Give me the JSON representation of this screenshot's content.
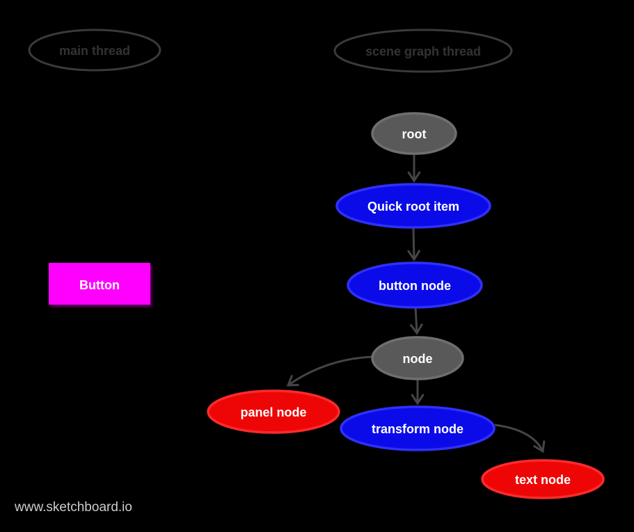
{
  "canvas": {
    "background": "#000000",
    "watermark": "www.sketchboard.io"
  },
  "colors": {
    "outline_stroke": "#3a3a3a",
    "outline_text": "#333333",
    "edge": "#454545",
    "gray_fill": "#595959",
    "gray_stroke": "#6f6f6f",
    "blue_fill": "#0b0bea",
    "blue_stroke": "#3030f8",
    "red_fill": "#ee0606",
    "red_stroke": "#fb2b2b",
    "magenta_fill": "#ff00ff",
    "magenta_shadow": "#cc00cc",
    "node_text": "#ffffff",
    "watermark_text": "#cccccc"
  },
  "lanes": [
    {
      "label": "main thread"
    },
    {
      "label": "scene graph thread"
    }
  ],
  "main_thread": {
    "button_label": "Button"
  },
  "scene_graph": {
    "nodes": [
      {
        "id": "root",
        "label": "root",
        "kind": "gray"
      },
      {
        "id": "quick-root-item",
        "label": "Quick root item",
        "kind": "blue"
      },
      {
        "id": "button-node",
        "label": "button node",
        "kind": "blue"
      },
      {
        "id": "node",
        "label": "node",
        "kind": "gray"
      },
      {
        "id": "panel-node",
        "label": "panel node",
        "kind": "red"
      },
      {
        "id": "transform-node",
        "label": "transform node",
        "kind": "blue"
      },
      {
        "id": "text-node",
        "label": "text node",
        "kind": "red"
      }
    ],
    "edges": [
      {
        "from": "root",
        "to": "Quick root item"
      },
      {
        "from": "Quick root item",
        "to": "button node"
      },
      {
        "from": "button node",
        "to": "node"
      },
      {
        "from": "node",
        "to": "panel node"
      },
      {
        "from": "node",
        "to": "transform node"
      },
      {
        "from": "transform node",
        "to": "text node"
      }
    ]
  }
}
